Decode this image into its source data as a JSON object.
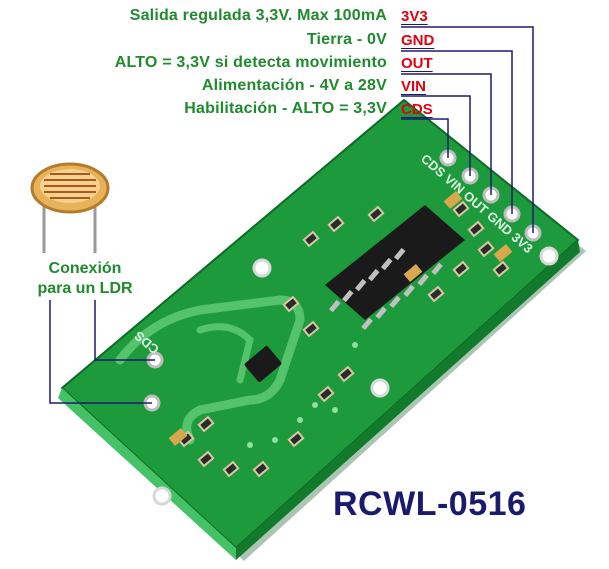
{
  "pins": [
    {
      "desc": "Salida regulada 3,3V. Max 100mA",
      "name": "3V3"
    },
    {
      "desc": "Tierra - 0V",
      "name": "GND"
    },
    {
      "desc": "ALTO = 3,3V si detecta movimiento",
      "name": "OUT"
    },
    {
      "desc": "Alimentación - 4V a 28V",
      "name": "VIN"
    },
    {
      "desc": "Habilitación - ALTO = 3,3V",
      "name": "CDS"
    }
  ],
  "ldr_label": {
    "line1": "Conexión",
    "line2": "para un LDR"
  },
  "silkscreen": {
    "pins": "CDS VIN OUT GND 3V3",
    "cds_pad": "CDS"
  },
  "model": "RCWL-0516",
  "colors": {
    "desc_text": "#1f8a2e",
    "pin_name": "#e3000f",
    "leader_line": "#1b1b6e",
    "pcb": "#1d9a3b",
    "model_text": "#1b1b6e"
  }
}
